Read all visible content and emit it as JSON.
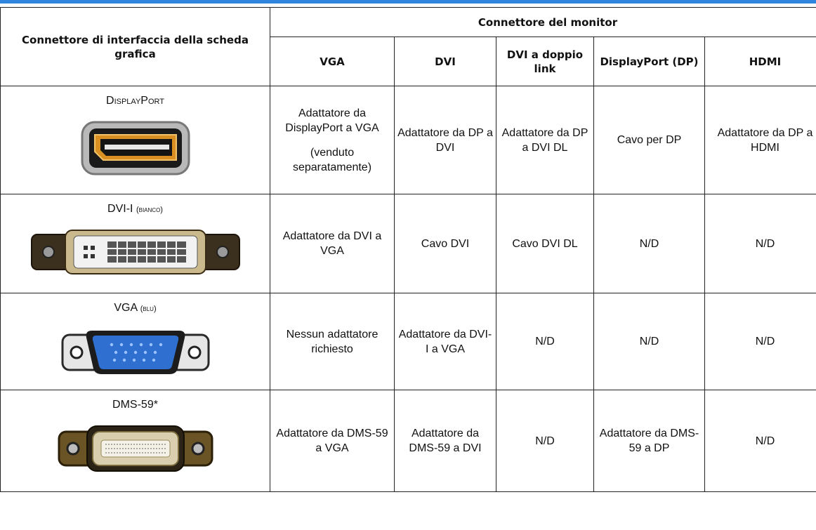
{
  "header": {
    "col1": "Connettore di interfaccia della scheda grafica",
    "group": "Connettore del monitor",
    "cols": [
      "VGA",
      "DVI",
      "DVI a doppio link",
      "DisplayPort (DP)",
      "HDMI"
    ]
  },
  "rows": [
    {
      "connector_main": "DisplayPort",
      "connector_suffix": "",
      "icon": "displayport-connector-icon",
      "cells": [
        "Adattatore da DisplayPort a VGA",
        "Adattatore da DP a DVI",
        "Adattatore da DP a DVI DL",
        "Cavo per DP",
        "Adattatore da DP a HDMI"
      ],
      "vga_note": "(venduto separatamente)"
    },
    {
      "connector_main": "DVI-I",
      "connector_suffix": "(bianco)",
      "icon": "dvi-i-connector-icon",
      "cells": [
        "Adattatore da DVI a VGA",
        "Cavo DVI",
        "Cavo DVI DL",
        "N/D",
        "N/D"
      ]
    },
    {
      "connector_main": "VGA",
      "connector_suffix": "(blu)",
      "icon": "vga-connector-icon",
      "cells": [
        "Nessun adattatore richiesto",
        "Adattatore da DVI-I a VGA",
        "N/D",
        "N/D",
        "N/D"
      ]
    },
    {
      "connector_main": "DMS-59*",
      "connector_suffix": "",
      "icon": "dms-59-connector-icon",
      "cells": [
        "Adattatore da DMS-59 a VGA",
        "Adattatore da DMS-59 a DVI",
        "N/D",
        "Adattatore da DMS-59 a DP",
        "N/D"
      ]
    }
  ],
  "colors": {
    "top_bar": "#2e86de",
    "border": "#222222",
    "vga_blue": "#2f6fd0",
    "dp_accent": "#e39a2a"
  }
}
